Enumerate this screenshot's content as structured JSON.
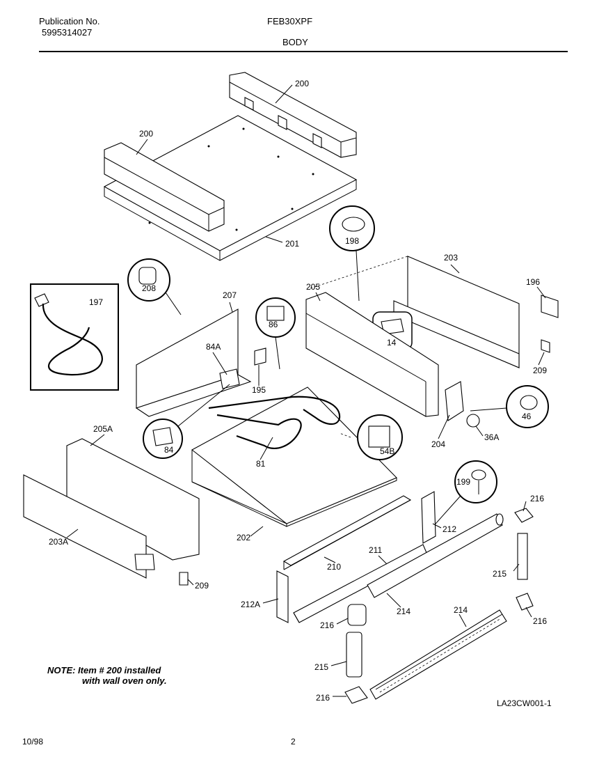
{
  "header": {
    "publication_label": "Publication No.",
    "publication_number": "5995314027",
    "model": "FEB30XPF",
    "section_title": "BODY"
  },
  "callouts": {
    "c200a": "200",
    "c200b": "200",
    "c201": "201",
    "c198": "198",
    "c203": "203",
    "c196": "196",
    "c208": "208",
    "c207": "207",
    "c205": "205",
    "c86": "86",
    "c14": "14",
    "c197": "197",
    "c84a": "84A",
    "c195": "195",
    "c209a": "209",
    "c46": "46",
    "c84": "84",
    "c204": "204",
    "c36a": "36A",
    "c205a": "205A",
    "c81": "81",
    "c54b": "54B",
    "c199": "199",
    "c216a": "216",
    "c212": "212",
    "c202": "202",
    "c211": "211",
    "c210": "210",
    "c215a": "215",
    "c203a": "203A",
    "c209b": "209",
    "c212a": "212A",
    "c214a": "214",
    "c214b": "214",
    "c216b": "216",
    "c216c": "216",
    "c215b": "215",
    "c216d": "216"
  },
  "note": {
    "line1": "NOTE: Item # 200 installed",
    "line2": "with wall oven only."
  },
  "figure_code": "LA23CW001-1",
  "footer": {
    "date": "10/98",
    "page": "2"
  }
}
